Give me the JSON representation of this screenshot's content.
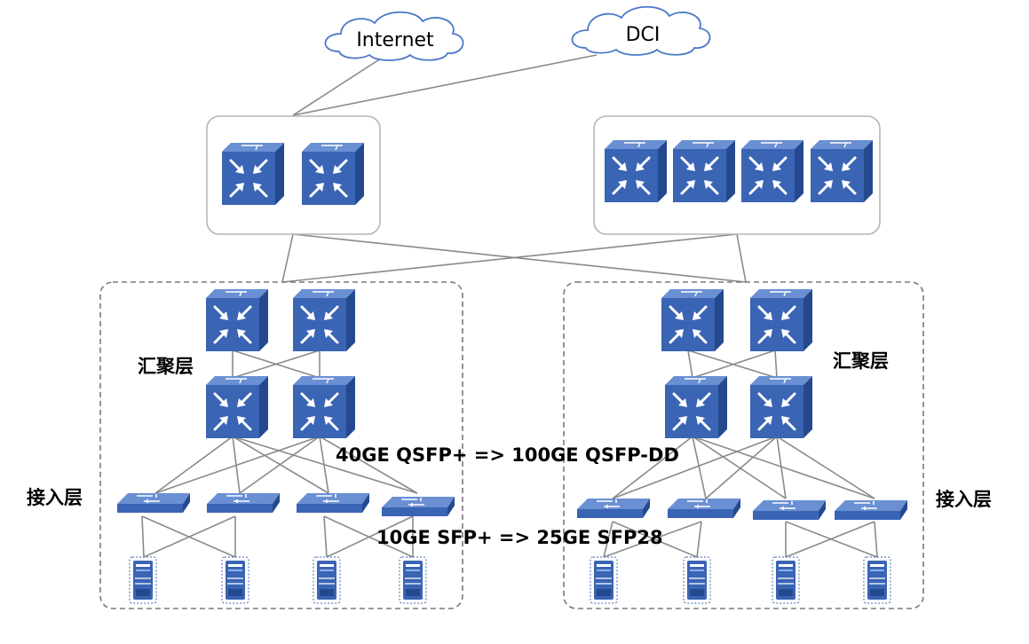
{
  "clouds": {
    "internet": "Internet",
    "dci": "DCI"
  },
  "labels": {
    "aggregation_layer_left": "汇聚层",
    "aggregation_layer_right": "汇聚层",
    "access_layer_left": "接入层",
    "access_layer_right": "接入层",
    "uplink_upgrade": "40GE QSFP+ => 100GE QSFP-DD",
    "downlink_upgrade": "10GE SFP+ => 25GE SFP28"
  },
  "colors": {
    "device_front": "#3a64b4",
    "device_top": "#5f86cf",
    "device_side": "#23488f",
    "line": "#8a8a8a",
    "group_border": "#b5b5b5",
    "dashed_border": "#7a7a7a"
  }
}
